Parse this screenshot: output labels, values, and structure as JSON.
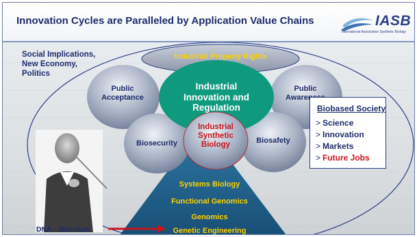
{
  "title": "Innovation Cycles are Paralleled by Application Value Chains",
  "logo": {
    "name": "IASB",
    "subtitle": "International Association Synthetic Biology"
  },
  "social_implications": [
    "Social Implications,",
    "New Economy,",
    "Politics"
  ],
  "ellipses": {
    "property_rights": "Industrial Property Rights",
    "innovation": [
      "Industrial",
      "Innovation and",
      "Regulation"
    ],
    "public_acceptance": [
      "Public",
      "Acceptance"
    ],
    "public_awareness": [
      "Public",
      "Awareness"
    ],
    "biosecurity": "Biosecurity",
    "biosafety": "Biosafety",
    "synthetic_biology": [
      "Industrial",
      "Synthetic",
      "Biology"
    ]
  },
  "pyramid_layers": [
    "Systems Biology",
    "Functional Genomics",
    "Genomics",
    "Genetic Engineering"
  ],
  "biobased": {
    "title": "Biobased Society",
    "items": [
      {
        "text": "Science",
        "highlight": false
      },
      {
        "text": "Innovation",
        "highlight": false
      },
      {
        "text": "Markets",
        "highlight": false
      },
      {
        "text": "Future Jobs",
        "highlight": true
      }
    ]
  },
  "dna_label": "DNA - Structure",
  "colors": {
    "title_blue": "#1d2b6c",
    "innovation_green": "#0f9a7e",
    "pyramid_blue": "#1f5f8c",
    "pyramid_text": "#ffd200",
    "synthetic_red": "#c8141c",
    "arrow_red": "#c8141c"
  }
}
